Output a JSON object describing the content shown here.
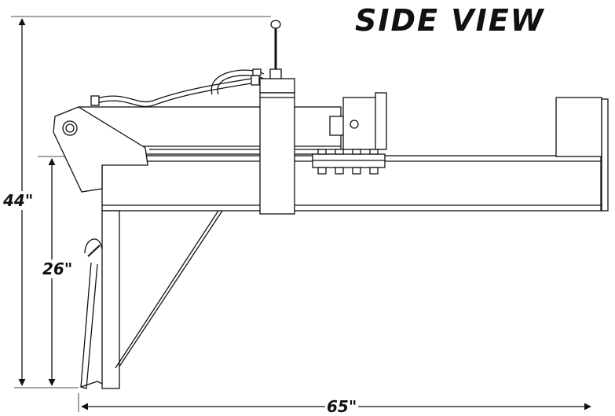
{
  "title": "SIDE VIEW",
  "dimensions": {
    "height_total": "44\"",
    "height_beam": "26\"",
    "length": "65\""
  }
}
